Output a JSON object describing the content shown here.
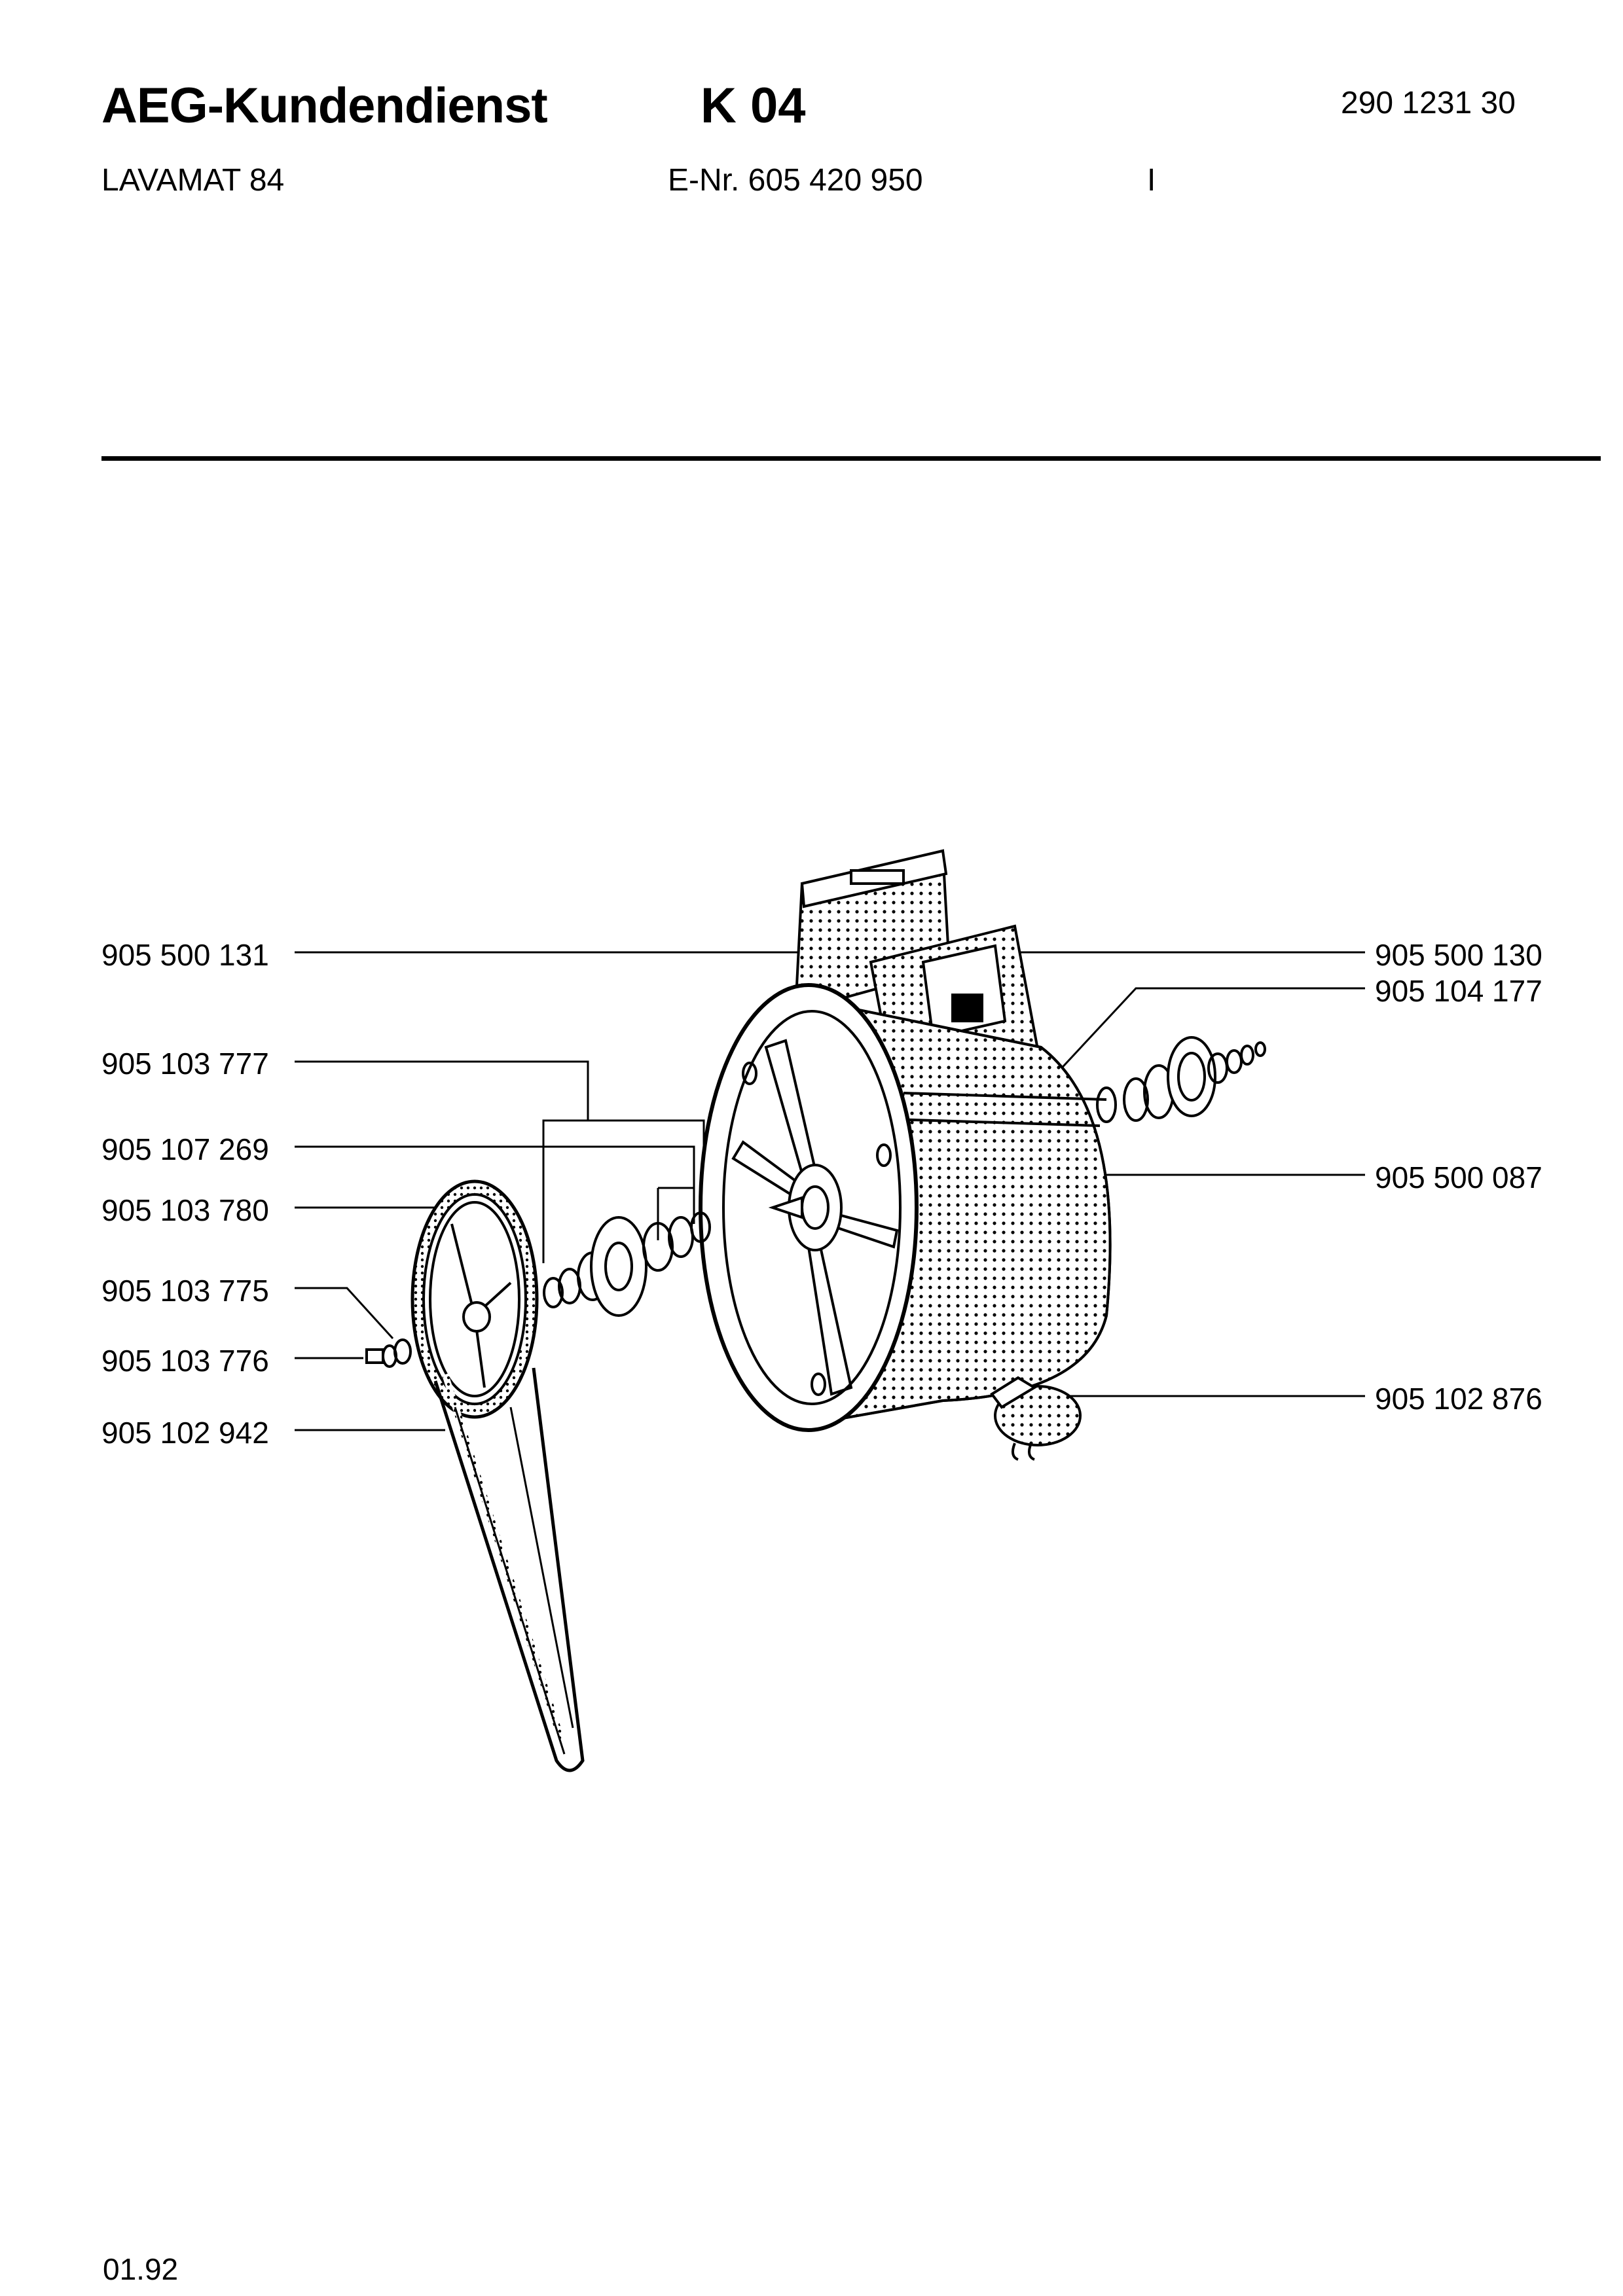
{
  "header": {
    "brand": "AEG-Kundendienst",
    "group_code": "K 04",
    "document_number": "290 1231 30",
    "model": "LAVAMAT 84",
    "e_number": "E-Nr. 605 420 950",
    "mark": "I"
  },
  "parts_left": [
    {
      "part_no": "905 500 131"
    },
    {
      "part_no": "905 103 777"
    },
    {
      "part_no": "905 107 269"
    },
    {
      "part_no": "905 103 780"
    },
    {
      "part_no": "905 103 775"
    },
    {
      "part_no": "905 103 776"
    },
    {
      "part_no": "905 102 942"
    }
  ],
  "parts_right": [
    {
      "part_no": "905 500 130"
    },
    {
      "part_no": "905 104 177"
    },
    {
      "part_no": "905 500 087"
    },
    {
      "part_no": "905 102 876"
    }
  ],
  "footer": {
    "date": "01.92"
  }
}
